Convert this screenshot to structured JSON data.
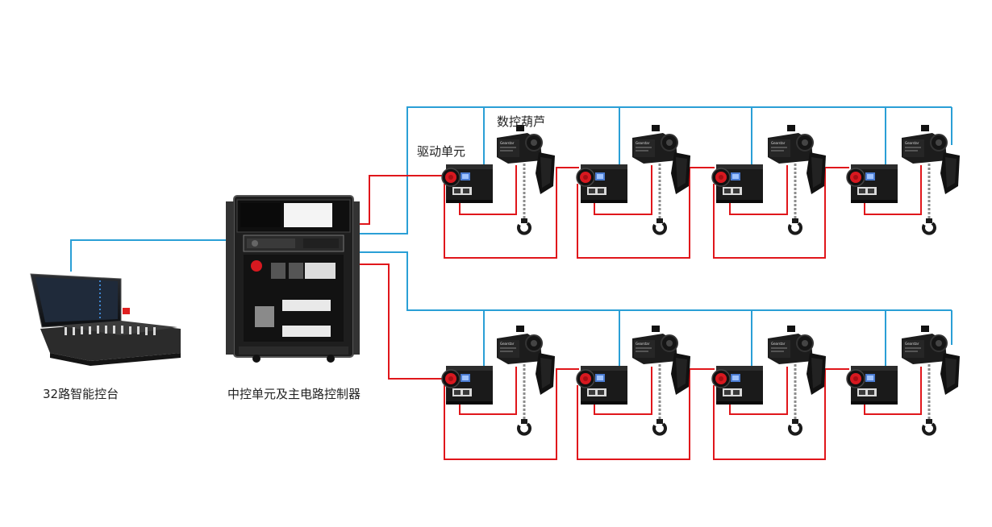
{
  "labels": {
    "console": "32路智能控台",
    "cabinet": "中控单元及主电路控制器",
    "driver": "驱动单元",
    "hoist": "数控葫芦"
  },
  "colors": {
    "signal_line": "#2a9fd6",
    "power_line": "#e0161b",
    "equipment_dark": "#1a1a1a",
    "estop_red": "#d71920",
    "background": "#ffffff"
  },
  "layout": {
    "rows": 2,
    "units_per_row": 4,
    "unit_type": "driver-unit-with-hoist"
  }
}
